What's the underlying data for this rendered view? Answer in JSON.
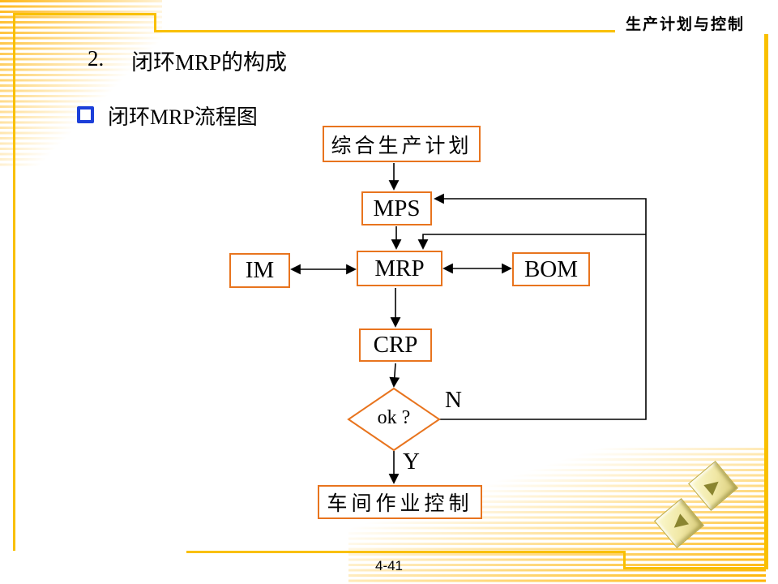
{
  "header": {
    "course_title": "生产计划与控制"
  },
  "title": {
    "number": "2.",
    "text": "闭环MRP的构成"
  },
  "bullet": {
    "label": "闭环MRP流程图"
  },
  "flowchart": {
    "nodes": {
      "aggregate_plan": "综合生产计划",
      "mps": "MPS",
      "im": "IM",
      "mrp": "MRP",
      "bom": "BOM",
      "crp": "CRP",
      "decision": "ok ?",
      "shop_floor": "车间作业控制"
    },
    "edge_labels": {
      "no": "N",
      "yes": "Y"
    }
  },
  "footer": {
    "page_number": "4-41"
  },
  "icons": {
    "nav_back": "◀",
    "nav_forward": "▶"
  },
  "colors": {
    "node_border": "#E8741E",
    "accent_gold": "#F9C000",
    "bullet_blue": "#1C3FD9",
    "line_black": "#000000"
  }
}
